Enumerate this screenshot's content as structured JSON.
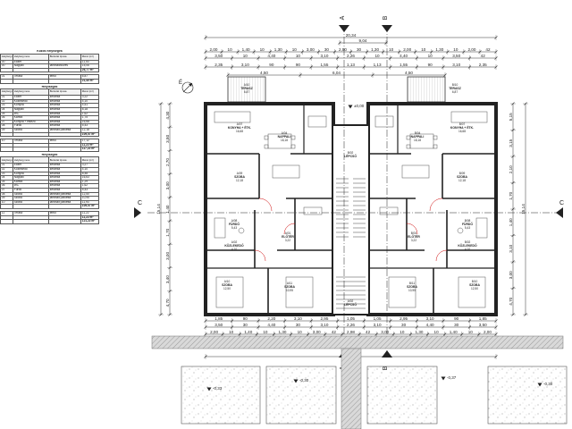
{
  "room_table": {
    "title": "Közös helyiségek",
    "sections": [
      {
        "title": "",
        "headers": [
          "Helyiség száma",
          "Helyiség neve",
          "Burkolat típusa",
          "Méret (m²)"
        ],
        "rows": [
          [
            "00",
            "Előtér",
            "",
            "11,53"
          ],
          [
            "00",
            "Nappali",
            "laminált/köves",
            "15,06"
          ]
        ],
        "total": "26,77 m²"
      },
      {
        "title": "",
        "headers": [],
        "rows": [
          [
            "01",
            "Terasz",
            "térkő",
            "6,87"
          ]
        ],
        "total": "21,40 m²"
      },
      {
        "title": "Helyiségek",
        "headers": [
          "Helyiség száma",
          "Helyiség neve",
          "Burkolat típusa",
          "Méret (m²)"
        ],
        "rows": [
          [
            "01",
            "Előtér",
            "kerámia",
            "3,22"
          ],
          [
            "02",
            "Közlekedő",
            "kerámia",
            "4,10"
          ],
          [
            "03",
            "Konyha",
            "kerámia",
            "4,51"
          ],
          [
            "04",
            "Nappali",
            "kerámia",
            "8,18"
          ],
          [
            "05",
            "WC",
            "kerámia",
            "1,62"
          ],
          [
            "06",
            "Kamra",
            "kerámia",
            "1,75"
          ],
          [
            "07",
            "Konyha + étkező",
            "kerámia",
            "16,68"
          ],
          [
            "08",
            "Fürdő",
            "kerámia",
            "5,43"
          ],
          [
            "09",
            "Szoba",
            "laminált parketta",
            "12,18"
          ]
        ],
        "total": "109,57 m²"
      },
      {
        "title": "",
        "headers": [],
        "rows": [
          [
            "10",
            "Terasz",
            "térkő",
            "17,12"
          ]
        ],
        "total": "11,22 m²",
        "total2": "117,22 m²"
      },
      {
        "title": "Helyiségek",
        "headers": [
          "Helyiség száma",
          "Helyiség neve",
          "Burkolat típusa",
          "Méret (m²)"
        ],
        "rows": [
          [
            "01",
            "Előtér",
            "kerámia",
            "3,27"
          ],
          [
            "02",
            "Közlekedő",
            "kerámia",
            "4,10"
          ],
          [
            "03",
            "Konyha",
            "kerámia",
            "8,48"
          ],
          [
            "04",
            "Nappali",
            "kerámia",
            "16,63"
          ],
          [
            "05",
            "Kamra",
            "kerámia",
            "1,29"
          ],
          [
            "06",
            "WC",
            "kerámia",
            "1,62"
          ],
          [
            "07",
            "Fürdő",
            "kerámia",
            "5,43"
          ],
          [
            "08",
            "Szoba",
            "laminált parketta",
            "12,50"
          ],
          [
            "09",
            "Szoba",
            "laminált parketta",
            "10,95"
          ],
          [
            "10",
            "Szoba",
            "laminált parketta",
            "11,93"
          ]
        ],
        "total": "109,57 m²"
      },
      {
        "title": "",
        "headers": [],
        "rows": [
          [
            "11",
            "Terasz",
            "térkő",
            "11,22"
          ]
        ],
        "total": "11,22 m²",
        "total2": "121,22 m²"
      }
    ]
  },
  "plan": {
    "section_markers": {
      "a": "A",
      "b": "B",
      "c": "C"
    },
    "overall_width": "20,34",
    "top_dims": {
      "row1": [
        "2,00",
        "10",
        "1,40",
        "10",
        "1,30",
        "10",
        "3,00",
        "30",
        "2,50",
        "30",
        "1,30",
        "10",
        "2,00",
        "10",
        "1,30",
        "10",
        "2,00",
        "42"
      ],
      "row2": [
        "3,50",
        "10",
        "4,40",
        "10",
        "3,10",
        "2,26",
        "10",
        "4,40",
        "10",
        "3,50",
        "42"
      ],
      "row3": [
        "2,35",
        "3,10",
        "90",
        "90",
        "1,55",
        "1,13",
        "1,13",
        "1,55",
        "90",
        "3,10",
        "2,35"
      ],
      "row4": [
        "4,50",
        "6,04",
        "4,50"
      ],
      "center": "9,04"
    },
    "bottom_dims": {
      "row1": [
        "1,85",
        "90",
        "2,20",
        "3,10",
        "2,95",
        "1,05",
        "1,05",
        "2,95",
        "3,10",
        "90",
        "1,85"
      ],
      "row2": [
        "3,50",
        "30",
        "4,40",
        "30",
        "3,10",
        "2,26",
        "3,10",
        "30",
        "4,40",
        "30",
        "3,50"
      ],
      "row3": [
        "2,00",
        "10",
        "1,40",
        "10",
        "1,30",
        "10",
        "3,00",
        "42",
        "2,98",
        "42",
        "3,00",
        "10",
        "1,30",
        "10",
        "1,40",
        "10",
        "2,00"
      ],
      "row4": [
        "20,34"
      ]
    },
    "left_dims": [
      "4,30",
      "3,80",
      "2,70",
      "3,00",
      "1,40",
      "1,70",
      "3,00",
      "3,40",
      "4,70"
    ],
    "right_dims": [
      "5,15",
      "3,15",
      "2,10",
      "1,70",
      "1,40",
      "3,10",
      "3,00",
      "4,70"
    ],
    "side_total": "15,14",
    "rooms_left": [
      {
        "name": "KONYHA + ÉTK.",
        "no": "A/07",
        "area": "16,68"
      },
      {
        "name": "NAPPALI",
        "no": "A/04",
        "area": "18,18"
      },
      {
        "name": "SZOBA",
        "no": "A/09",
        "area": "12,18"
      },
      {
        "name": "FÜRDŐ",
        "no": "A/08",
        "area": "5,43"
      },
      {
        "name": "KÖZLEKEDŐ",
        "no": "A/02",
        "area": "4,10"
      },
      {
        "name": "ELŐTÉR",
        "no": "A/01",
        "area": "3,22"
      },
      {
        "name": "SZOBA",
        "no": "A/10",
        "area": "12,50"
      },
      {
        "name": "SZOBA",
        "no": "A/11",
        "area": "10,95"
      },
      {
        "name": "TERASZ",
        "no": "A/10",
        "area": "6,87"
      }
    ],
    "rooms_right": [
      {
        "name": "KONYHA + ÉTK.",
        "no": "B/07",
        "area": "16,68"
      },
      {
        "name": "NAPPALI",
        "no": "B/04",
        "area": "18,18"
      },
      {
        "name": "SZOBA",
        "no": "B/09",
        "area": "12,18"
      },
      {
        "name": "FÜRDŐ",
        "no": "B/08",
        "area": "5,43"
      },
      {
        "name": "KÖZLEKEDŐ",
        "no": "B/02",
        "area": "4,10"
      },
      {
        "name": "ELŐTÉR",
        "no": "B/01",
        "area": "3,22"
      },
      {
        "name": "SZOBA",
        "no": "B/10",
        "area": "12,50"
      },
      {
        "name": "SZOBA",
        "no": "B/11",
        "area": "10,95"
      },
      {
        "name": "TERASZ",
        "no": "B/10",
        "area": "6,87"
      }
    ],
    "middle_rooms": [
      {
        "name": "LÉPCSŐ",
        "no": "B/02",
        "area": ""
      },
      {
        "name": "LÉPCSŐ",
        "no": "A/02",
        "area": ""
      }
    ],
    "levels": [
      "-0,33",
      "-0,30",
      "-0,37",
      "-0,30",
      "±0,00"
    ],
    "north_label": "É"
  }
}
